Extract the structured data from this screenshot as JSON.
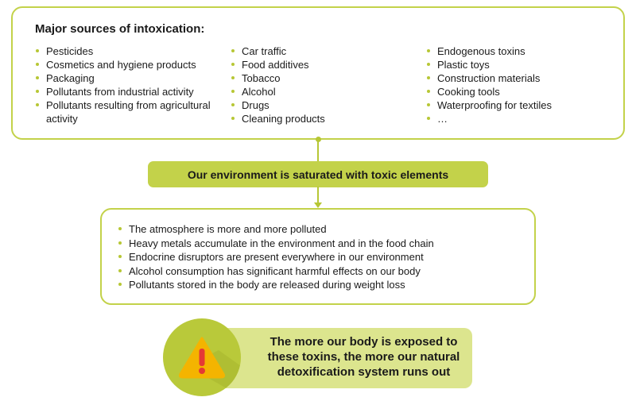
{
  "sources": {
    "title": "Major sources of intoxication:",
    "column1": [
      "Pesticides",
      "Cosmetics and hygiene products",
      "Packaging",
      "Pollutants from industrial activity",
      "Pollutants resulting from agricultural activity"
    ],
    "column2": [
      "Car traffic",
      "Food additives",
      "Tobacco",
      "Alcohol",
      "Drugs",
      "Cleaning products"
    ],
    "column3": [
      "Endogenous toxins",
      "Plastic toys",
      "Construction materials",
      "Cooking tools",
      "Waterproofing for textiles",
      "…"
    ]
  },
  "banner": {
    "text": "Our environment is saturated with toxic elements"
  },
  "effects": {
    "items": [
      "The atmosphere is more and more polluted",
      "Heavy metals accumulate in the environment and in the food chain",
      "Endocrine disruptors are present everywhere in our environment",
      "Alcohol consumption has significant harmful effects on our body",
      "Pollutants stored in the body are released during weight loss"
    ]
  },
  "warning": {
    "text": "The more our body is exposed to these toxins, the more our natural detoxification system runs out",
    "icon": "warning-triangle-icon"
  },
  "colors": {
    "accent": "#c3d24a",
    "accent_dark": "#b9c93a",
    "panel_light": "#dce58e",
    "warning_triangle": "#f4b400",
    "warning_mark": "#e53935"
  }
}
